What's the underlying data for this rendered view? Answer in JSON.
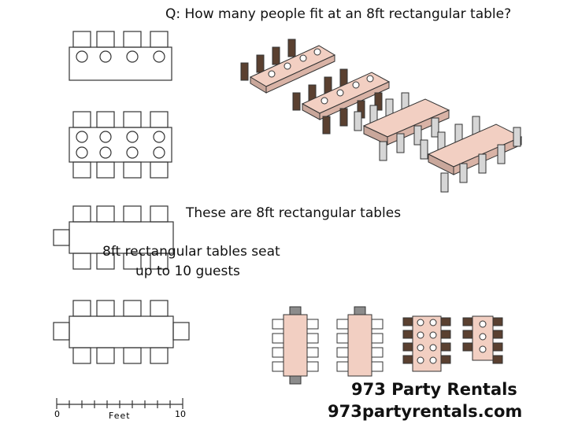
{
  "question": "Q: How many people fit at an 8ft rectangular table?",
  "caption_primary": "These are 8ft rectangular tables",
  "caption_secondary_line1": "8ft rectangular tables seat",
  "caption_secondary_line2": "up to 10 guests",
  "brand_name": "973 Party Rentals",
  "website": "973partyrentals.com",
  "scale": {
    "start": "0",
    "unit": "Feet",
    "end": "10"
  },
  "colors": {
    "table_top": "#f2cfc2",
    "table_side": "#c9a79b",
    "chair_dark": "#5a4030",
    "chair_light": "#d6d6d6",
    "chair_end_gray": "#8c8c8c",
    "outline": "#333333"
  }
}
